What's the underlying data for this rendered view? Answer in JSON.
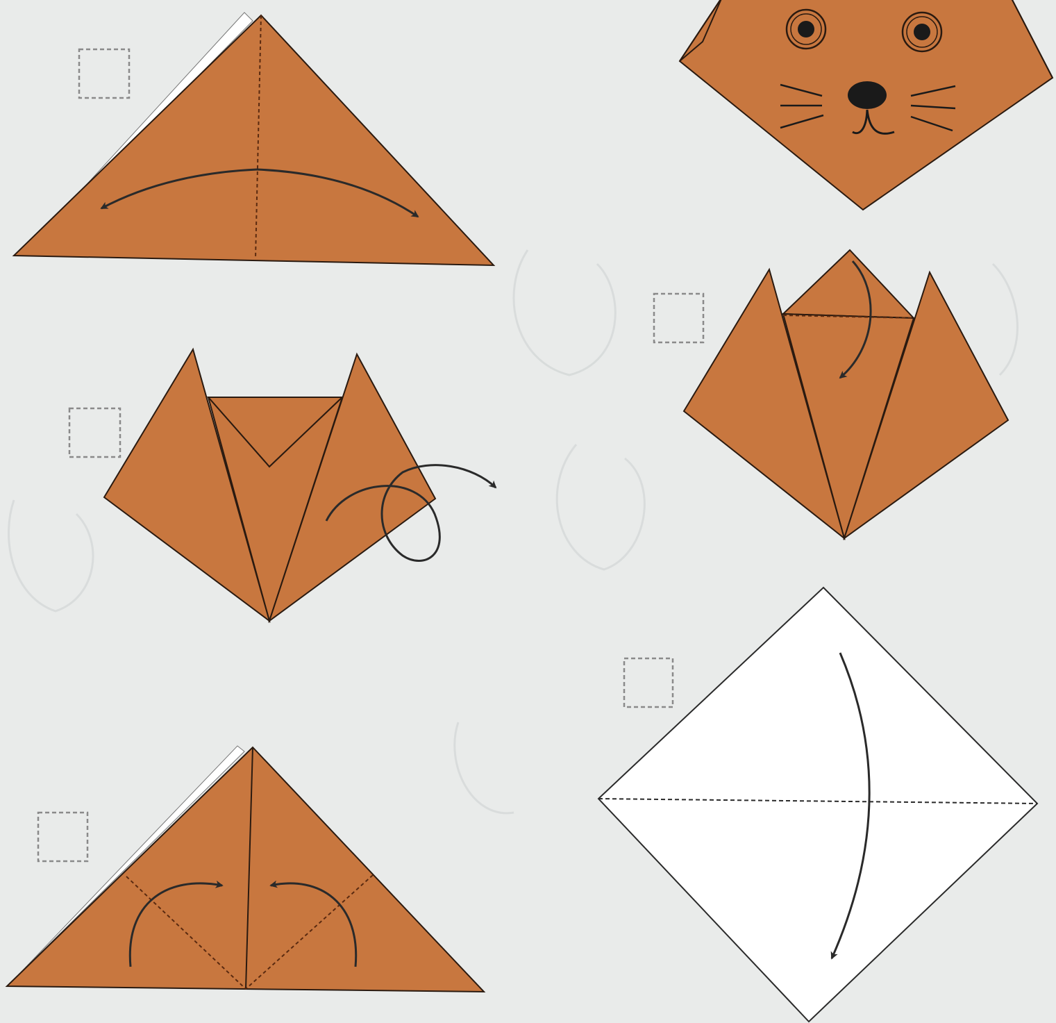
{
  "colors": {
    "background": "#e9ebea",
    "paper_fill": "#c8773f",
    "paper_stroke": "#2a1a10",
    "blank_paper": "#ffffff",
    "line": "#2a2a2a",
    "fold_line": "#5a2a10",
    "checkbox_border": "#8a8a8a",
    "ghost_text": "#cfd3d3"
  },
  "icons": {
    "checkbox": "dashed-square",
    "fold_arrow": "curved-arrow",
    "turn_over_arrow": "loop-arrow"
  },
  "steps": [
    {
      "id": "step-start-square",
      "shape": "white-diamond",
      "checkbox_checked": false
    },
    {
      "id": "step-fold-triangle",
      "shape": "orange-triangle",
      "checkbox_checked": false
    },
    {
      "id": "step-fold-corners-up",
      "shape": "orange-triangle-fold-lines",
      "checkbox_checked": false
    },
    {
      "id": "step-fold-top-down",
      "shape": "orange-ears",
      "checkbox_checked": false
    },
    {
      "id": "step-turn-over",
      "shape": "orange-ears-folded",
      "checkbox_checked": false
    },
    {
      "id": "step-finished-face",
      "shape": "cat-face",
      "checkbox_checked": false
    }
  ]
}
